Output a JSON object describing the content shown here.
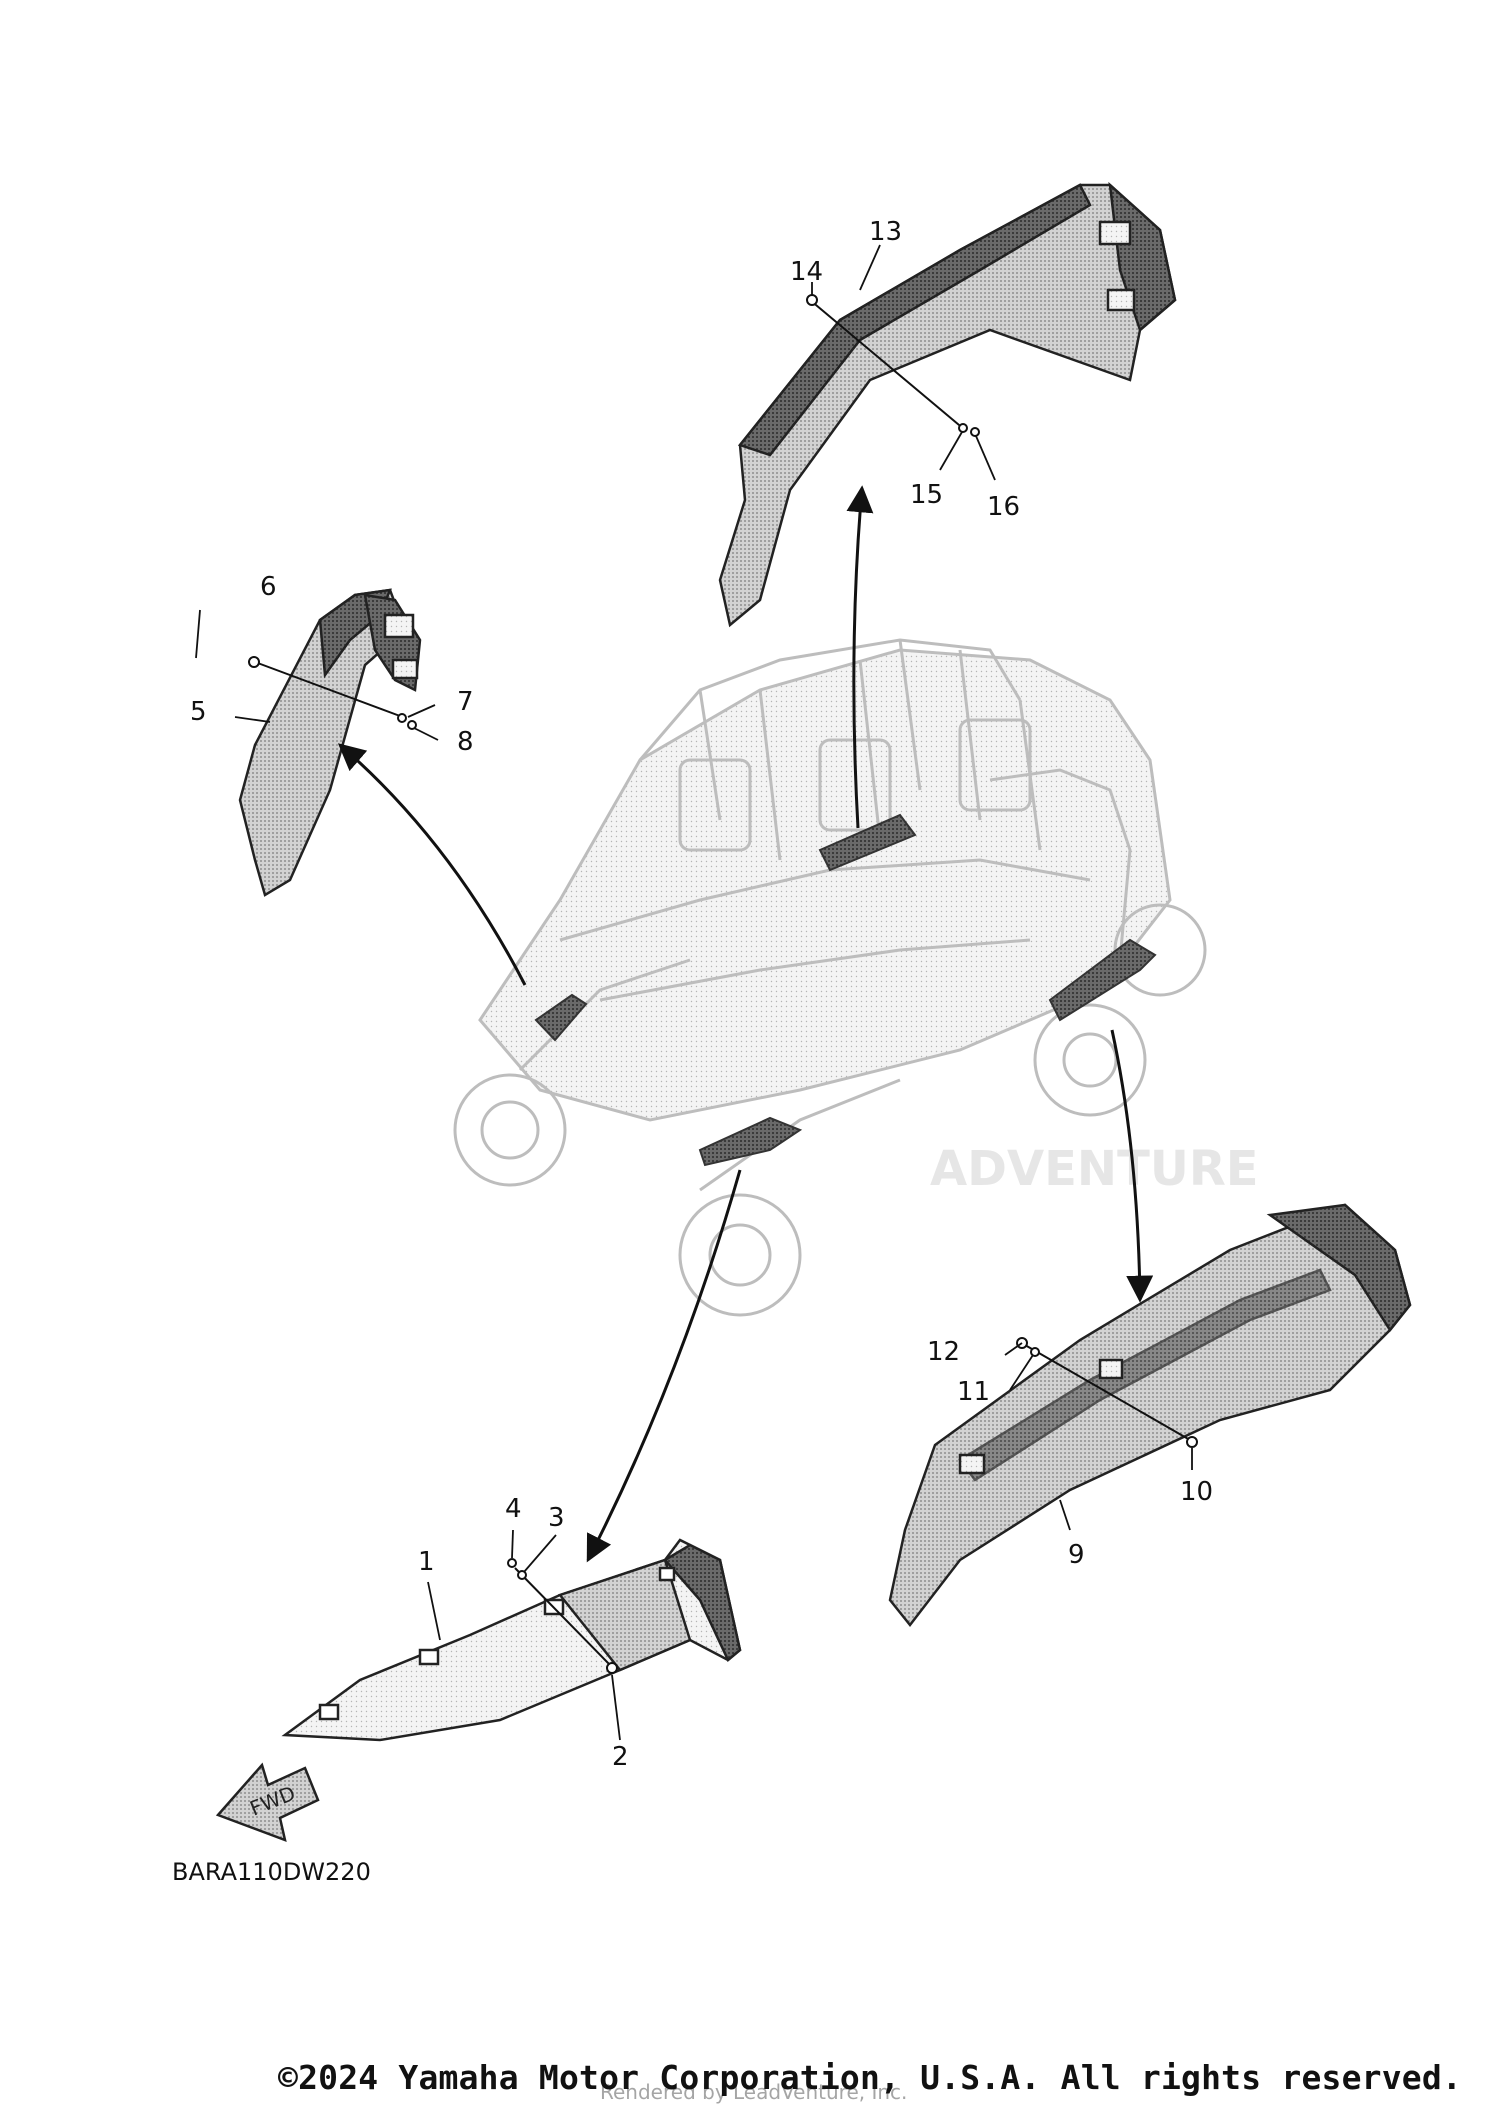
{
  "diagram": {
    "callouts": [
      "1",
      "2",
      "3",
      "4",
      "5",
      "6",
      "7",
      "8",
      "9",
      "10",
      "11",
      "12",
      "13",
      "14",
      "15",
      "16"
    ],
    "diagram_code": "BARA110DW220",
    "fwd_label": "FWD",
    "watermark": "ADVENTURE"
  },
  "footer": {
    "copyright": "©2024 Yamaha Motor Corporation, U.S.A. All rights reserved.",
    "render_credit": "Rendered by LeadVenture, Inc."
  }
}
